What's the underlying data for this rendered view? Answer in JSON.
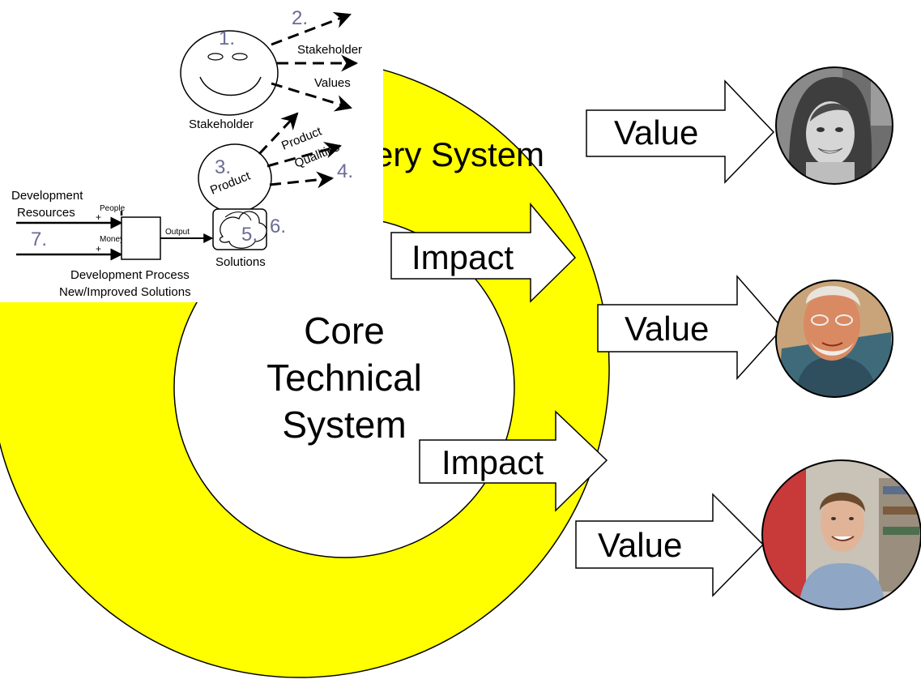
{
  "colors": {
    "ring": "#ffff00",
    "ring_stroke": "#000000",
    "arrow_fill": "#ffffff",
    "number_color": "#6b6b94"
  },
  "ring": {
    "outer_label": "…ery System",
    "inner_label_lines": [
      "Core",
      "Technical",
      "System"
    ]
  },
  "flows": {
    "impacts": [
      {
        "label": "Impact"
      },
      {
        "label": "Impact"
      }
    ],
    "values": [
      {
        "label": "Value",
        "photo": "woman-portrait"
      },
      {
        "label": "Value",
        "photo": "painted-portrait-older-man"
      },
      {
        "label": "Value",
        "photo": "man-portrait"
      }
    ]
  },
  "inset": {
    "stakeholder_label": "Stakeholder",
    "stakeholder_values_lines": [
      "Stakeholder",
      "Values"
    ],
    "product_label": "Product",
    "product_qualities_lines": [
      "Product",
      "Qualities"
    ],
    "solutions_label": "Solutions",
    "dev_resources_lines": [
      "Development",
      "Resources"
    ],
    "people_label": "People",
    "money_label": "Money",
    "output_label": "Output",
    "dev_process_lines": [
      "Development Process",
      "New/Improved Solutions"
    ],
    "plus_sign": "+",
    "numbers": [
      "1.",
      "2.",
      "3.",
      "4.",
      "5.",
      "6.",
      "7."
    ]
  }
}
